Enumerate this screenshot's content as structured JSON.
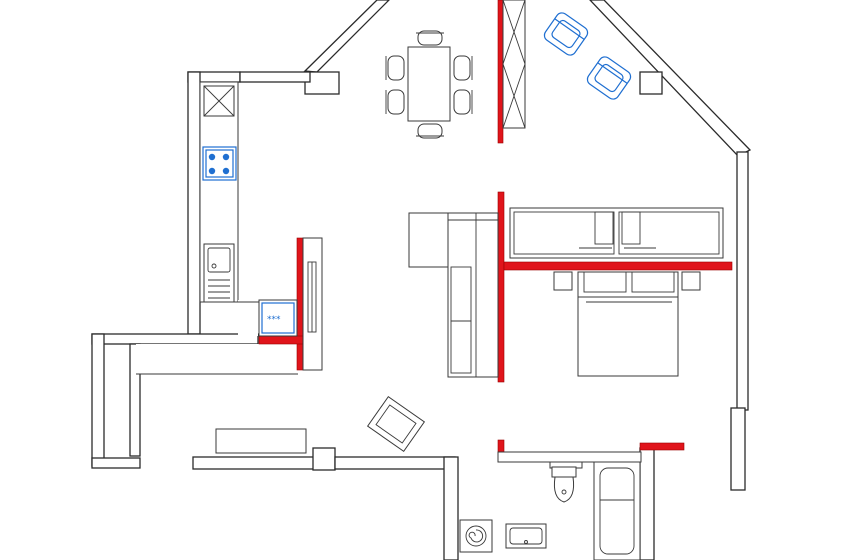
{
  "plan": {
    "colors": {
      "wall_stroke": "#2b2b2b",
      "new_walls": "#e0141b",
      "kitchen_appliances": "#1f6fd1",
      "background": "#ffffff"
    },
    "elements": [
      "exterior-walls",
      "red-partition-walls",
      "dining-table",
      "armchairs",
      "kitchen-counter",
      "gas-hob",
      "kitchen-sink",
      "kitchen-island",
      "corner-sofa",
      "double-bed",
      "wardrobes",
      "tv-unit",
      "armchair",
      "toilet",
      "bathtub",
      "washing-machine",
      "washbasin"
    ]
  }
}
